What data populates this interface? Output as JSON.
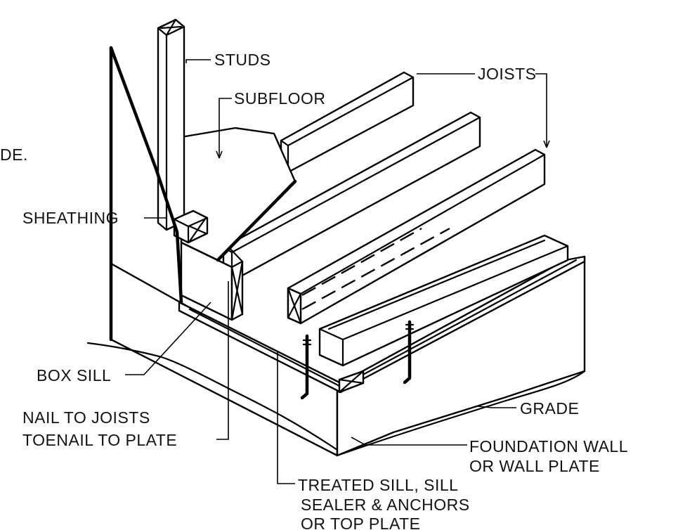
{
  "labels": {
    "studs": "STUDS",
    "subfloor": "SUBFLOOR",
    "joists": "JOISTS",
    "cut_off_text": "DE.",
    "sheathing": "SHEATHING",
    "box_sill": "BOX SILL",
    "nail_line1": "NAIL TO JOISTS",
    "nail_line2": "TOENAIL TO PLATE",
    "grade": "GRADE",
    "foundation_line1": "FOUNDATION WALL",
    "foundation_line2": "OR WALL PLATE",
    "treated_line1": "TREATED SILL, SILL",
    "treated_line2": "SEALER & ANCHORS",
    "treated_line3": "OR TOP PLATE"
  }
}
